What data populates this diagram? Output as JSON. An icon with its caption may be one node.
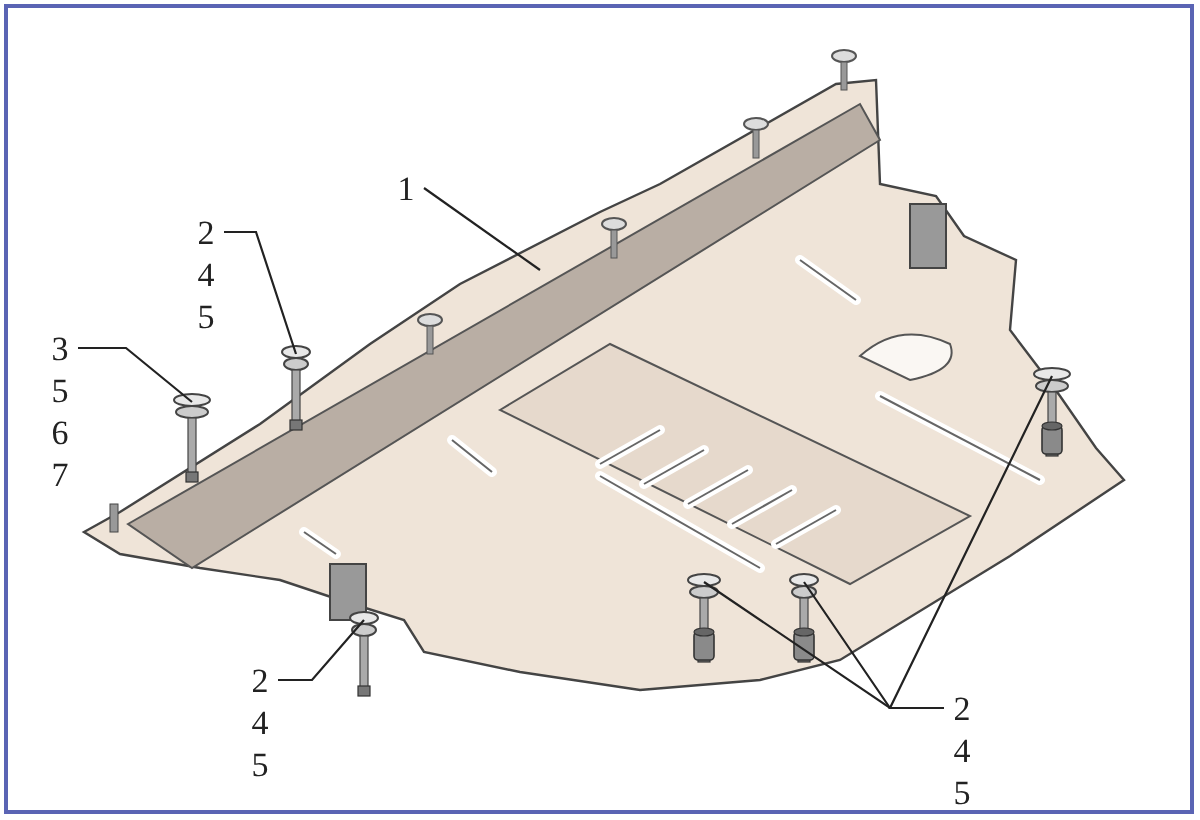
{
  "diagram": {
    "nodes": [
      {
        "text": [
          "1"
        ]
      },
      {
        "text": [],
        "shape": "picture"
      },
      {
        "text": [
          "2 4 5"
        ]
      },
      {
        "text": [],
        "shape": "picture"
      },
      {
        "text": [
          "3 5 6 7"
        ]
      },
      {
        "text": [],
        "shape": "picture"
      },
      {
        "text": [
          "2 4 5"
        ]
      },
      {
        "text": [],
        "shape": "picture"
      },
      {
        "text": [
          "2 4 5"
        ]
      },
      {
        "text": [],
        "shape": "picture",
        "in": 1
      },
      {
        "text": [],
        "shape": "picture",
        "in": 1
      },
      {
        "text": [],
        "shape": "picture",
        "in": 1
      }
    ],
    "edges": [
      {
        "from": 0,
        "to": 1,
        "arrow": "none"
      },
      {
        "from": 2,
        "to": 3,
        "arrow": "none"
      },
      {
        "from": 4,
        "to": 5,
        "arrow": "none"
      },
      {
        "from": 6,
        "to": 7,
        "arrow": "none"
      },
      {
        "from": 8,
        "to": 9,
        "arrow": "none"
      },
      {
        "from": 8,
        "to": 10,
        "arrow": "none"
      },
      {
        "from": 8,
        "to": 11,
        "arrow": "none"
      }
    ]
  }
}
